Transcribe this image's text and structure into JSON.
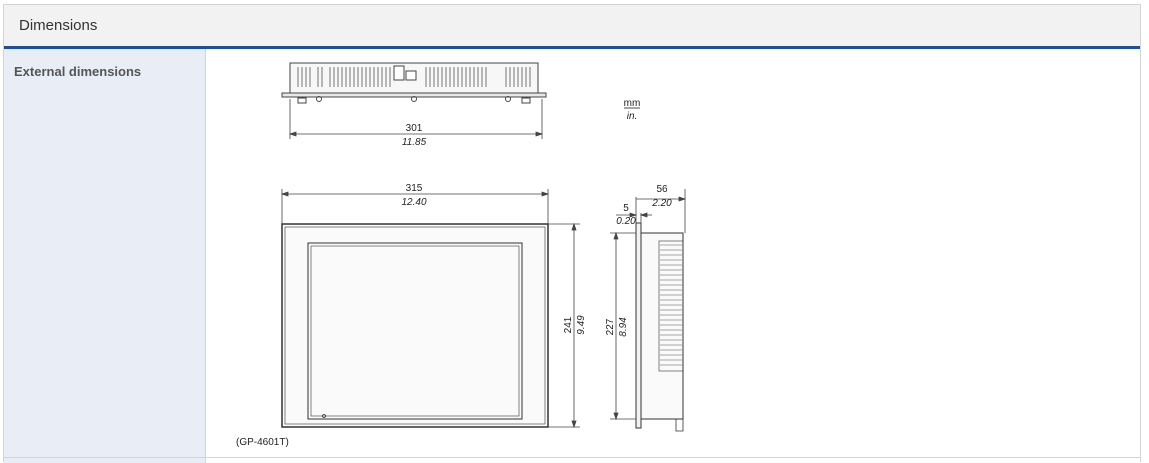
{
  "panel": {
    "title": "Dimensions"
  },
  "row": {
    "label": "External dimensions"
  },
  "units": {
    "primary": "mm",
    "secondary": "in."
  },
  "dimensions": {
    "top_width": {
      "mm": "301",
      "in": "11.85"
    },
    "front_width": {
      "mm": "315",
      "in": "12.40"
    },
    "front_height": {
      "mm": "241",
      "in": "9.49"
    },
    "side_height": {
      "mm": "227",
      "in": "8.94"
    },
    "side_depth": {
      "mm": "56",
      "in": "2.20"
    },
    "bezel_depth": {
      "mm": "5",
      "in": "0.20"
    }
  },
  "model": "(GP-4601T)"
}
